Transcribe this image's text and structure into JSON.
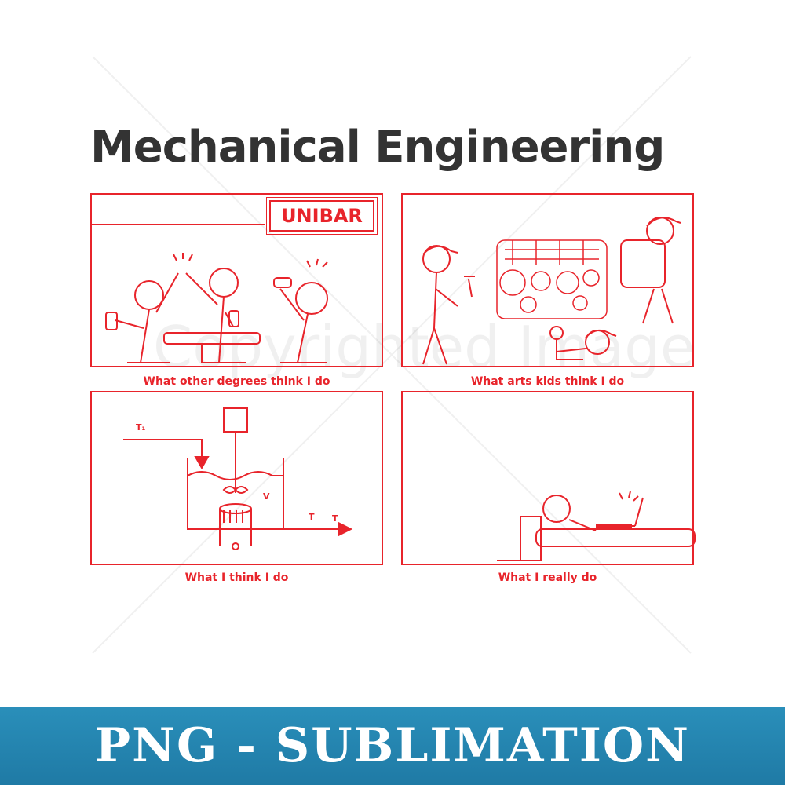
{
  "title": "Mechanical Engineering",
  "watermark": "Copyrighted Image",
  "panels": [
    {
      "id": "other-degrees",
      "caption": "What other degrees think I do",
      "sign": "UNIBAR"
    },
    {
      "id": "arts-kids",
      "caption": "What arts kids think I do"
    },
    {
      "id": "i-think",
      "caption": "What I think I do",
      "labels": {
        "t1": "T₁",
        "v": "V",
        "t": "T",
        "t2": "T"
      }
    },
    {
      "id": "really-do",
      "caption": "What I really do"
    }
  ],
  "banner": {
    "text": "PNG - SUBLIMATION",
    "color": "#2285b0"
  },
  "colors": {
    "accent": "#e8242b",
    "title": "#333333"
  }
}
